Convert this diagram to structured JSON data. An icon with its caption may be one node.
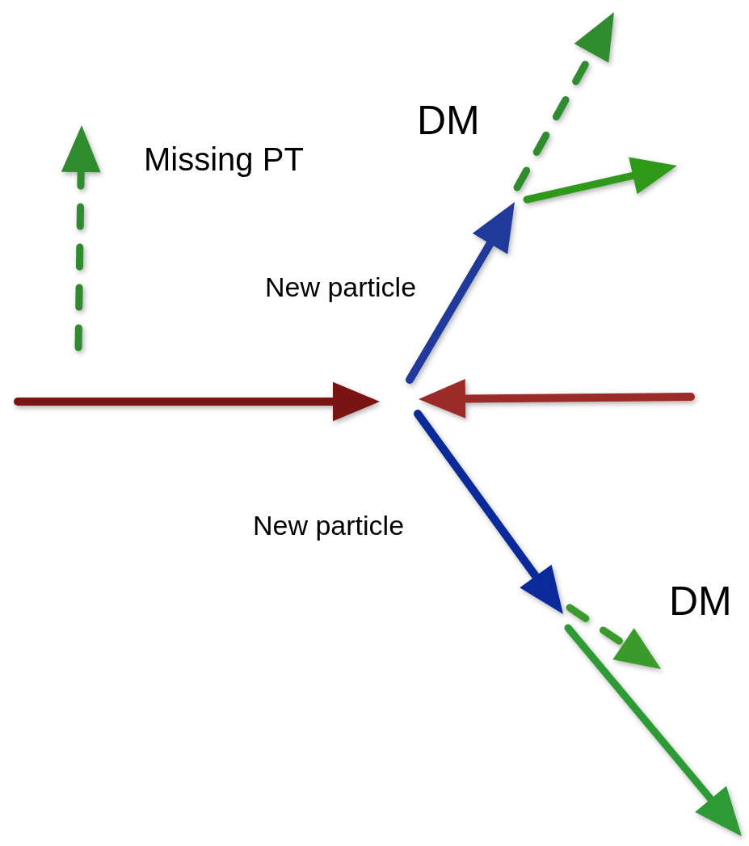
{
  "diagram": {
    "labels": [
      "DM",
      "Missing PT",
      "New particle",
      "New particle",
      "DM"
    ]
  }
}
